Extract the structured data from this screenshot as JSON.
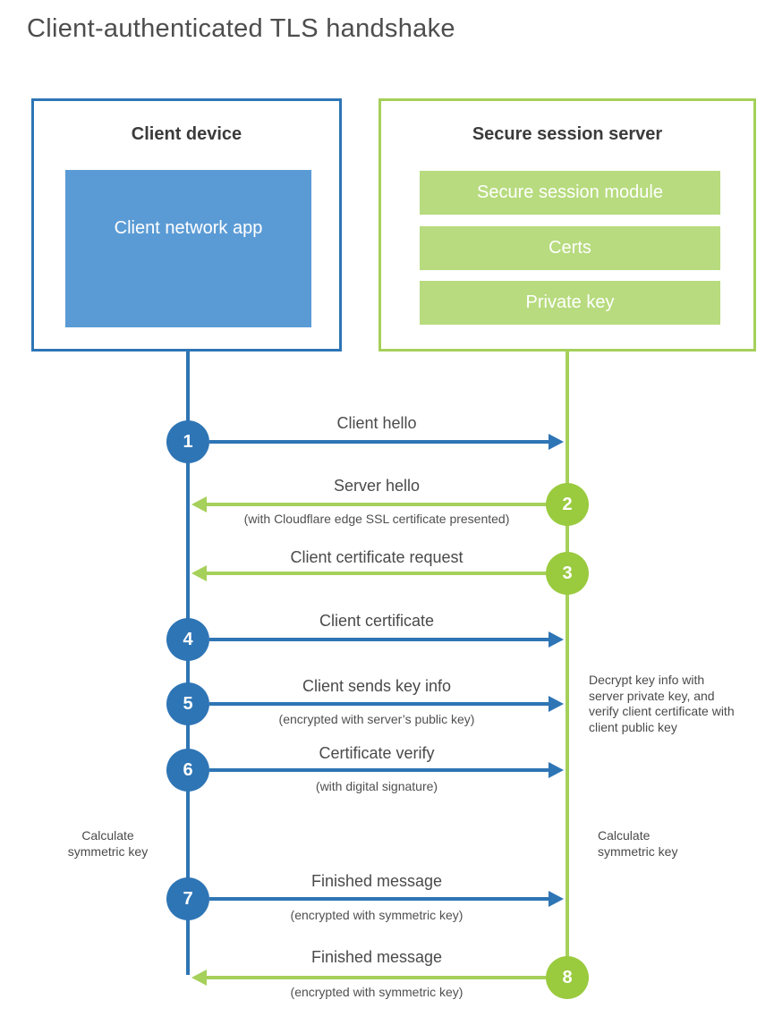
{
  "title": "Client-authenticated TLS handshake",
  "client_box": {
    "title": "Client device",
    "app_label": "Client network app"
  },
  "server_box": {
    "title": "Secure session server",
    "modules": [
      "Secure session module",
      "Certs",
      "Private key"
    ]
  },
  "steps": [
    {
      "number": "1",
      "label": "Client hello",
      "sublabel": "",
      "direction": "right",
      "color": "blue"
    },
    {
      "number": "2",
      "label": "Server hello",
      "sublabel": "(with Cloudflare edge SSL certificate presented)",
      "direction": "left",
      "color": "green"
    },
    {
      "number": "3",
      "label": "Client certificate request",
      "sublabel": "",
      "direction": "left",
      "color": "green"
    },
    {
      "number": "4",
      "label": "Client certificate",
      "sublabel": "",
      "direction": "right",
      "color": "blue"
    },
    {
      "number": "5",
      "label": "Client sends key info",
      "sublabel": "(encrypted with server’s public key)",
      "direction": "right",
      "color": "blue"
    },
    {
      "number": "6",
      "label": "Certificate verify",
      "sublabel": "(with digital signature)",
      "direction": "right",
      "color": "blue"
    },
    {
      "number": "7",
      "label": "Finished message",
      "sublabel": "(encrypted with symmetric key)",
      "direction": "right",
      "color": "blue"
    },
    {
      "number": "8",
      "label": "Finished message",
      "sublabel": "(encrypted with symmetric key)",
      "direction": "left",
      "color": "green"
    }
  ],
  "annotations": {
    "decrypt_note": "Decrypt key info with server private key, and verify client certificate with client public key",
    "calc_left": "Calculate symmetric key",
    "calc_right": "Calculate symmetric key"
  },
  "colors": {
    "blue_primary": "#2e75b5",
    "blue_light": "#5b9bd5",
    "green_circle": "#9aca3e",
    "green_stroke": "#a5d05a",
    "green_light": "#b7db7e",
    "text_dark": "#3b3b3b",
    "text_gray": "#4a4a4a"
  }
}
